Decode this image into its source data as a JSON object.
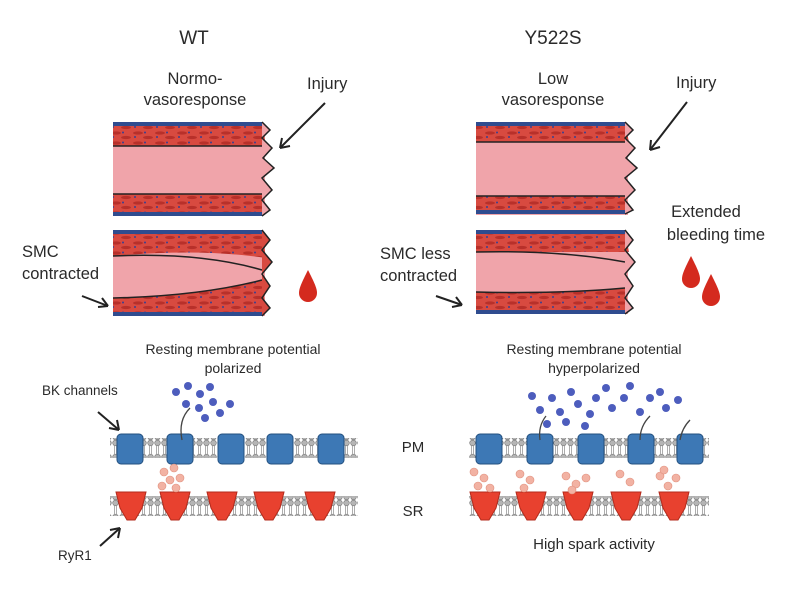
{
  "columns": {
    "left": {
      "title": "WT",
      "response_line1": "Normo-",
      "response_line2": "vasoresponse",
      "injury": "Injury",
      "smc_line1": "SMC",
      "smc_line2": "contracted",
      "membrane_line1": "Resting membrane potential",
      "membrane_line2": "polarized",
      "bk_label": "BK  channels",
      "ryr_label": "RyR1"
    },
    "right": {
      "title": "Y522S",
      "response_line1": "Low",
      "response_line2": "vasoresponse",
      "injury": "Injury",
      "bleeding_line1": "Extended",
      "bleeding_line2": "bleeding time",
      "smc_line1": "SMC less",
      "smc_line2": "contracted",
      "membrane_line1": "Resting membrane potential",
      "membrane_line2": "hyperpolarized",
      "spark_label": "High spark activity"
    }
  },
  "center": {
    "pm_label": "PM",
    "sr_label": "SR"
  },
  "colors": {
    "vessel_lumen": "#f2a6ad",
    "vessel_wall": "#d9473f",
    "vessel_outer": "#2f4c8f",
    "blood_drop": "#d42a1e",
    "bk_channel": "#3d78b5",
    "ryr1_channel": "#e8412f",
    "ion_k": "#4d5dbd",
    "ion_ca": "#f2b2a3",
    "lipid": "#9a9a9a"
  }
}
